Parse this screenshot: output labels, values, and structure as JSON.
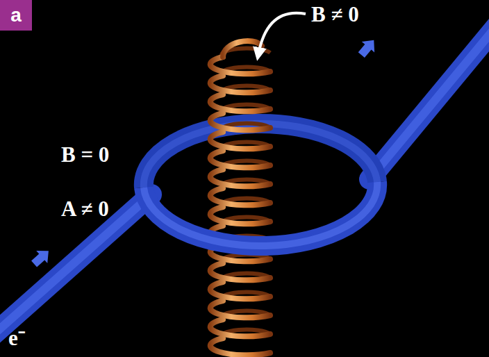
{
  "diagram": {
    "nodes": [
      {
        "text": [
          "a"
        ]
      }
    ],
    "labels": [
      "B ≠ 0",
      "B = 0",
      "A ≠ 0",
      "e⁻"
    ]
  }
}
